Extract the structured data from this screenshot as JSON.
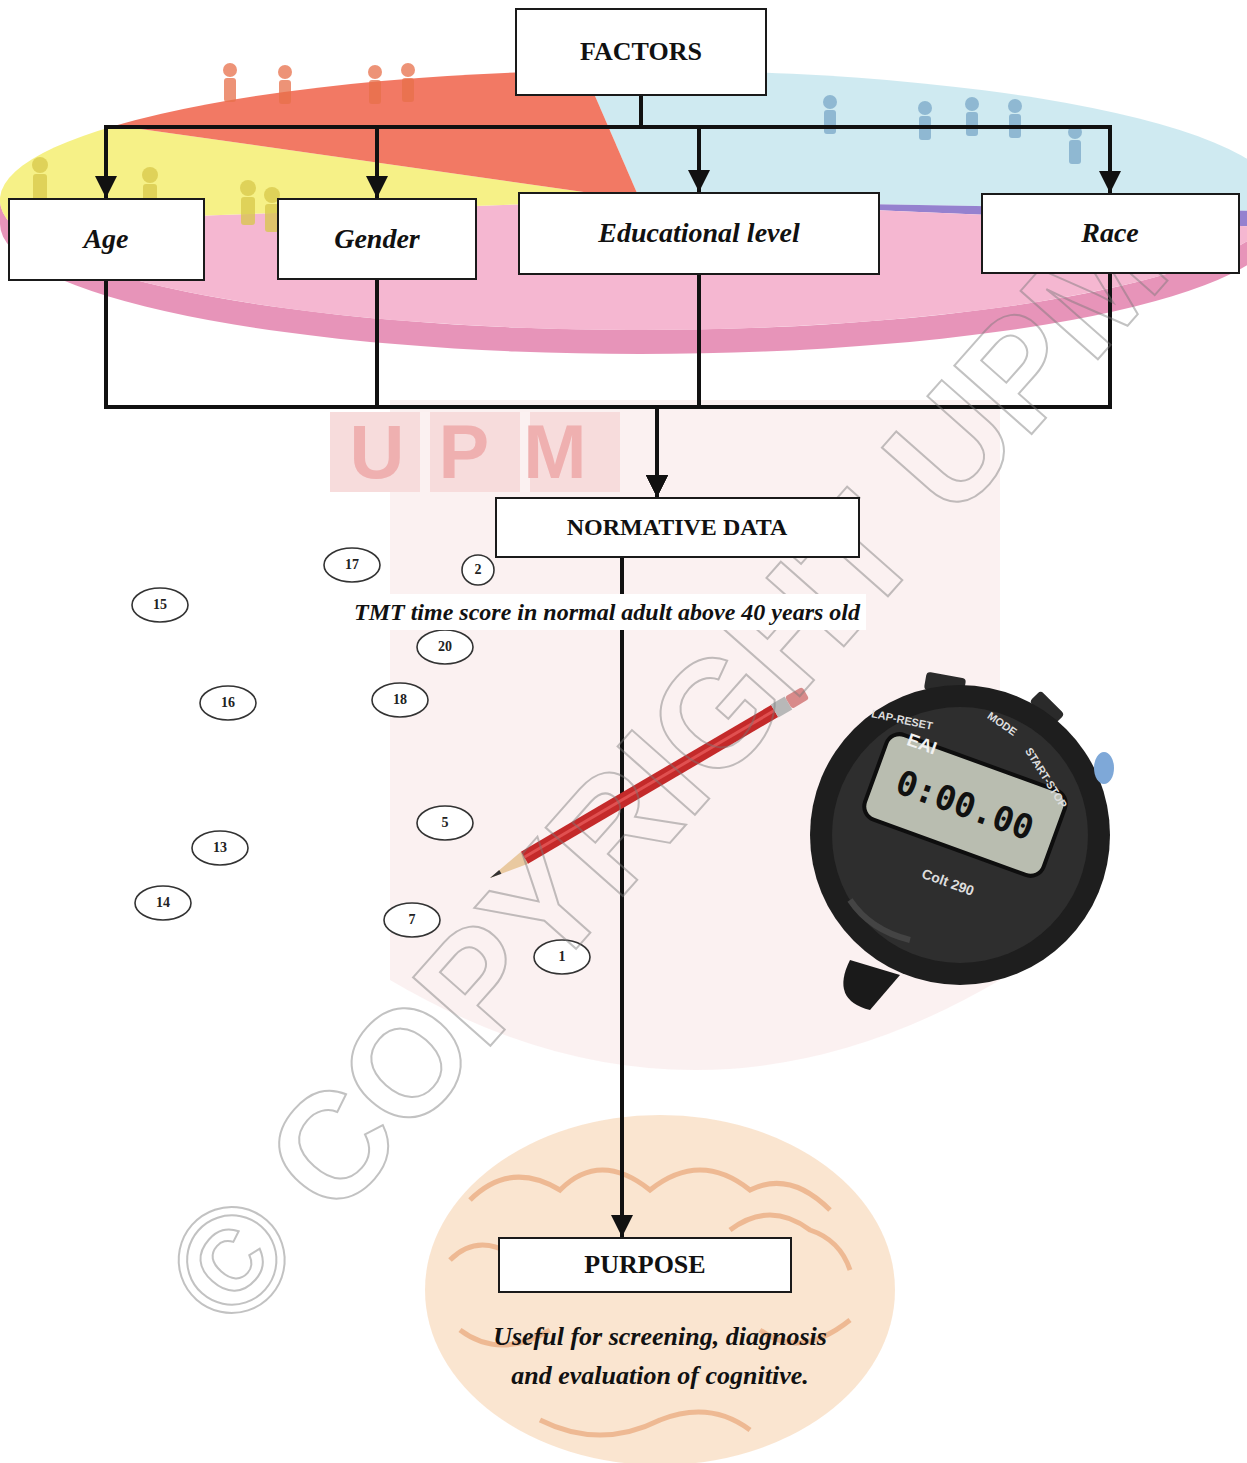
{
  "diagram": {
    "nodes": [
      {
        "text": [
          "FACTORS"
        ]
      },
      {
        "text": [
          "Age"
        ]
      },
      {
        "text": [
          "Gender"
        ]
      },
      {
        "text": [
          "Educational level"
        ]
      },
      {
        "text": [
          "Race"
        ]
      },
      {
        "text": [
          "NORMATIVE DATA",
          "TMT time score in normal adult above 40 years old"
        ]
      },
      {
        "text": [
          "PURPOSE",
          "Useful for screening, diagnosis and evaluation of cognitive."
        ]
      }
    ],
    "edges": [
      {
        "from": 0,
        "to": 1,
        "arrow": "to"
      },
      {
        "from": 0,
        "to": 2,
        "arrow": "to"
      },
      {
        "from": 0,
        "to": 3,
        "arrow": "to"
      },
      {
        "from": 0,
        "to": 4,
        "arrow": "to"
      },
      {
        "from": 1,
        "to": 5,
        "arrow": "to"
      },
      {
        "from": 2,
        "to": 5,
        "arrow": "to"
      },
      {
        "from": 3,
        "to": 5,
        "arrow": "to"
      },
      {
        "from": 4,
        "to": 5,
        "arrow": "to"
      },
      {
        "from": 5,
        "to": 6,
        "arrow": "to"
      }
    ],
    "labels": [
      "UPM",
      "© COPYRIGHT UPM",
      "17",
      "2",
      "15",
      "20",
      "16",
      "18",
      "5",
      "13",
      "14",
      "7",
      "1",
      "LAP-RESET",
      "MODE",
      "START-STOP",
      "EAI",
      "0:00.00",
      "Colt 290"
    ]
  }
}
